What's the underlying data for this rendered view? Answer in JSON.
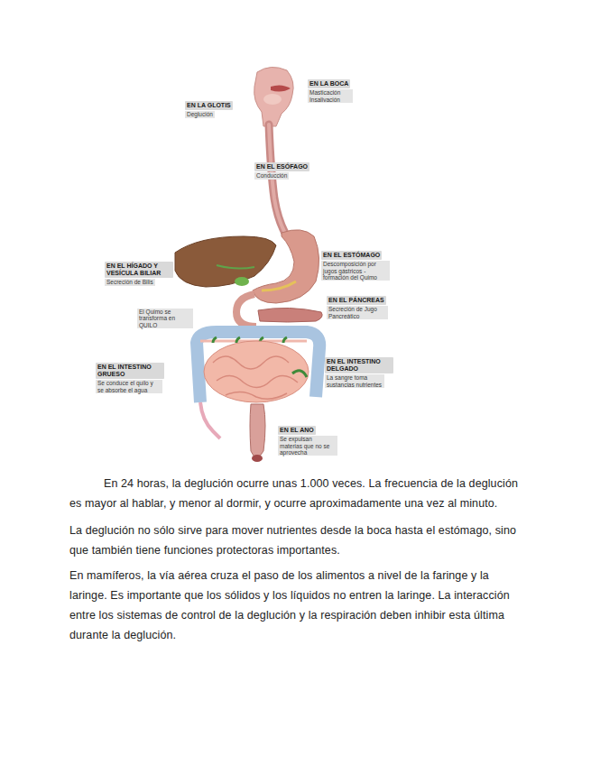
{
  "diagram": {
    "labels": [
      "EN LA BOCA",
      "Masticación Insalivación",
      "EN LA GLOTIS",
      "Deglución",
      "EN EL ESÓFAGO",
      "Conducción",
      "EN EL ESTÓMAGO",
      "Descomposición por jugos gástricos - formación del Quimo",
      "EN EL HÍGADO Y VESÍCULA BILIAR",
      "Secreción de Bilis",
      "EN EL PÁNCREAS",
      "Secreción de Jugo Pancreático",
      "El Quimo se transforma en QUILO",
      "EN EL INTESTINO GRUESO",
      "Se conduce el quilo y se absorbe el agua",
      "EN EL INTESTINO DELGADO",
      "La sangre toma sustancias nutrientes",
      "EN EL ANO",
      "Se expulsan materias que no se aprovecha",
      "En 24 horas, la deglución ocurre unas 1.000 veces. La frecuencia de la deglución es mayor al hablar, y menor al dormir, y ocurre aproximadamente una vez al minuto.",
      "La deglución no sólo sirve para mover nutrientes desde la boca hasta el estómago, sino que también tiene funciones protectoras importantes.",
      "En mamíferos, la vía aérea cruza el paso de los alimentos a nivel de la faringe y la laringe. Es importante que los sólidos y los líquidos no entren la laringe. La interacción entre los sistemas de control de la deglución y la respiración deben inhibir esta última durante la deglución."
    ]
  }
}
